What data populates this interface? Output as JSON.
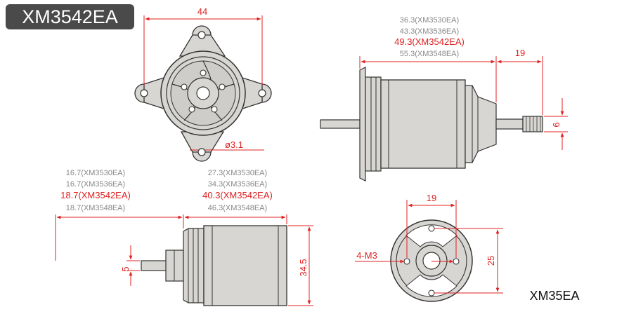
{
  "title": "XM3542EA",
  "series_label": "XM35EA",
  "front_view": {
    "width": "44",
    "hole_diameter": "ø3.1"
  },
  "side_view": {
    "lengths": [
      "36.3(XM3530EA)",
      "43.3(XM3536EA)",
      "49.3(XM3542EA)",
      "55.3(XM3548EA)"
    ],
    "shaft_length": "19",
    "shaft_diameter": "6"
  },
  "bottom_side_view": {
    "left_lengths": [
      "16.7(XM3530EA)",
      "16.7(XM3536EA)",
      "18.7(XM3542EA)",
      "18.7(XM3548EA)"
    ],
    "body_lengths": [
      "27.3(XM3530EA)",
      "34.3(XM3536EA)",
      "40.3(XM3542EA)",
      "46.3(XM3548EA)"
    ],
    "shaft_diameter": "5",
    "body_diameter": "34.5"
  },
  "rear_view": {
    "hole_spacing_h": "19",
    "hole_spacing_v": "25",
    "thread": "4-M3"
  },
  "colors": {
    "dimension": "#e02020",
    "line": "#333333",
    "part_fill": "#d8d6d2",
    "badge": "#4a4a4a"
  }
}
